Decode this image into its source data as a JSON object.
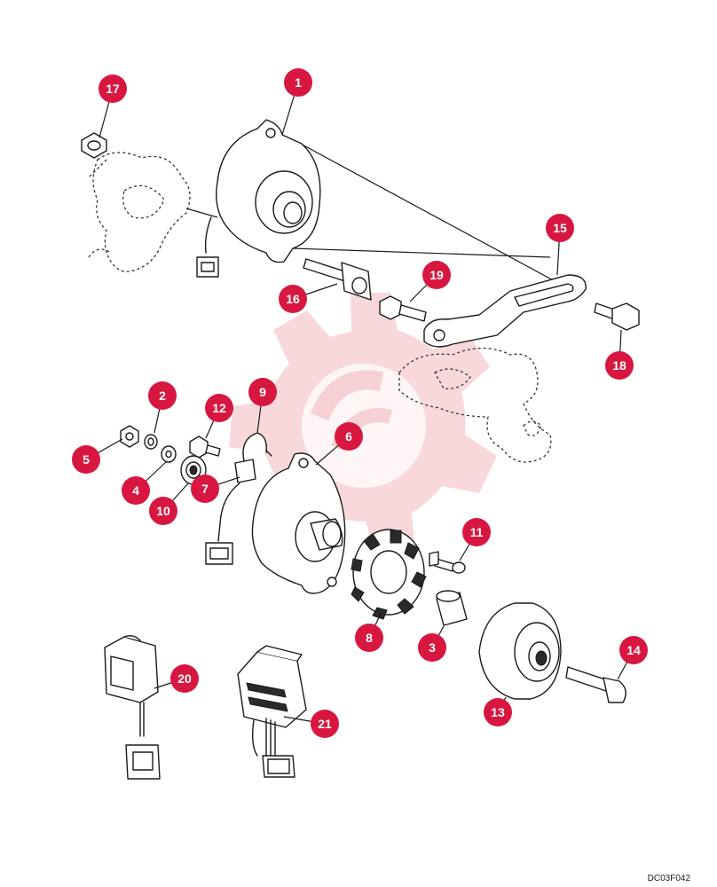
{
  "drawing_code": "DC03F042",
  "callout_color": "#d7173f",
  "watermark_color": "#f2b8bc",
  "callouts": [
    "17",
    "1",
    "15",
    "16",
    "19",
    "18",
    "2",
    "12",
    "9",
    "5",
    "4",
    "7",
    "10",
    "6",
    "11",
    "8",
    "3",
    "14",
    "13",
    "20",
    "21"
  ]
}
